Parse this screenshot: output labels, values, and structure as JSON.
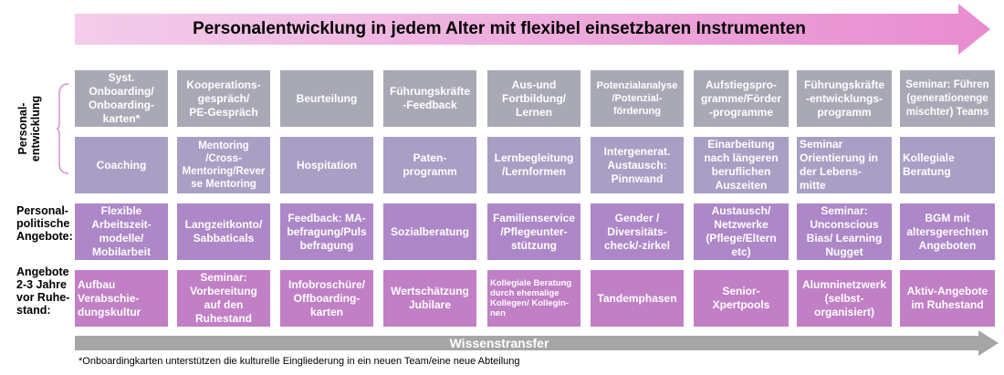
{
  "title": "Personalentwicklung in jedem Alter mit flexibel einsetzbaren Instrumenten",
  "bottom_arrow_label": "Wissenstransfer",
  "footnote": "*Onboardingkarten unterstützen die kulturelle Eingliederung in ein neuen Team/eine neue Abteilung",
  "row_labels": {
    "development": "Personal-\nentwicklung",
    "policy": "Personal-\npolitische\nAngebote:",
    "retirement": "Angebote\n2-3 Jahre\nvor Ruhe-\nstand:"
  },
  "colors": {
    "title_arrow_start": "#f2c6e7",
    "title_arrow_end": "#e98fd2",
    "gray_box": "#a9a9b6",
    "lavender_box": "#a99ac6",
    "violet_box": "#b07cc6",
    "magenta_box": "#c37dc6",
    "knowledge_arrow": "#a6a6a6",
    "brace": "#d88fd0"
  },
  "rows": [
    [
      "Syst.\nOnboarding/\nOnboarding-\nkarten*",
      "Kooperations-\ngespräch/\nPE-Gespräch",
      "Beurteilung",
      "Führungskräfte\n-Feedback",
      "Aus-und\nFortbildung/\nLernen",
      "Potenzialanalyse\n/Potenzial-\nförderung",
      "Aufstiegspro-\ngramme/Förder\n-programme",
      "Führungskräfte\n-entwicklungs-\nprogramm",
      "Seminar: Führen\n(generationenge\nmischter) Teams"
    ],
    [
      "Coaching",
      "Mentoring\n/Cross-\nMentoring/Rever\nse Mentoring",
      "Hospitation",
      "Paten-\nprogramm",
      "Lernbegleitung\n/Lernformen",
      "Intergenerat.\nAustausch:\nPinnwand",
      "Einarbeitung\nnach längeren\nberuflichen\nAuszeiten",
      "Seminar\nOrientierung in\nder Lebens-\nmitte",
      "Kollegiale\nBeratung"
    ],
    [
      "Flexible\nArbeitszeit-\nmodelle/\nMobilarbeit",
      "Langzeitkonto/\nSabbaticals",
      "Feedback: MA-\nbefragung/Puls\nbefragung",
      "Sozialberatung",
      "Familienservice\n/Pflegeunter-\nstützung",
      "Gender /\nDiversitäts-\ncheck/-zirkel",
      "Austausch/\nNetzwerke\n(Pflege/Eltern\netc)",
      "Seminar:\nUnconscious\nBias/ Learning\nNugget",
      "BGM mit\naltersgerechten\nAngeboten"
    ],
    [
      "Aufbau\nVerabschie-\ndungskultur",
      "Seminar:\nVorbereitung\nauf den\nRuhestand",
      "Infobroschüre/\nOffboarding-\nkarten",
      "Wertschätzung\nJubilare",
      "Kollegiale Beratung\ndurch ehemalige\nKollegen/ Kollegin-\nnen",
      "Tandemphasen",
      "Senior-\nXpertpools",
      "Alumninetzwerk\n(selbst-\norganisiert)",
      "Aktiv-Angebote\nim Ruhestand"
    ]
  ]
}
